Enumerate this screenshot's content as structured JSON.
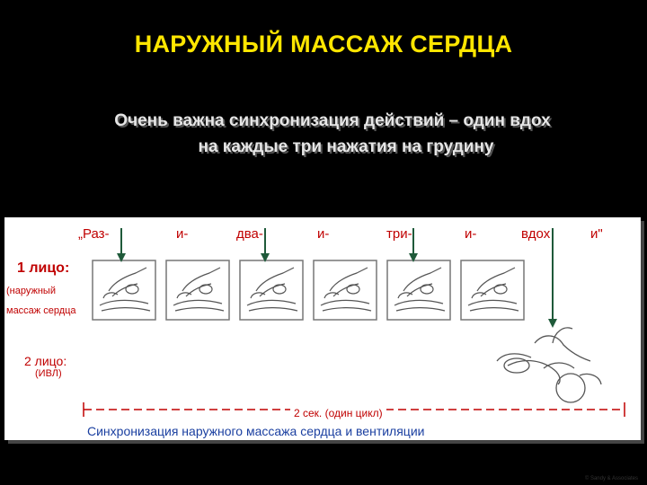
{
  "slide": {
    "title": "НАРУЖНЫЙ МАССАЖ СЕРДЦА",
    "subtitle_line1": "Очень важна синхронизация действий – один вдох",
    "subtitle_line2": "на каждые три нажатия на грудину"
  },
  "diagram": {
    "count_words": [
      "„Раз-",
      "и-",
      "два-",
      "и-",
      "три-",
      "и-",
      "вдох",
      "и\""
    ],
    "person1_label": "1 лицо:",
    "person1_sub_line1": "(наружный",
    "person1_sub_line2": "массаж сердца",
    "person2_label": "2 лицо:",
    "person2_sub": "(ИВЛ)",
    "cycle_label": "2 сек. (один цикл)",
    "caption": "Синхронизация наружного массажа сердца и вентиляции",
    "colors": {
      "title": "#ffe600",
      "red_text": "#c00000",
      "arrow": "#1f5a3a",
      "caption": "#1a3fa0"
    }
  },
  "copyright": "© Sandy & Associates"
}
